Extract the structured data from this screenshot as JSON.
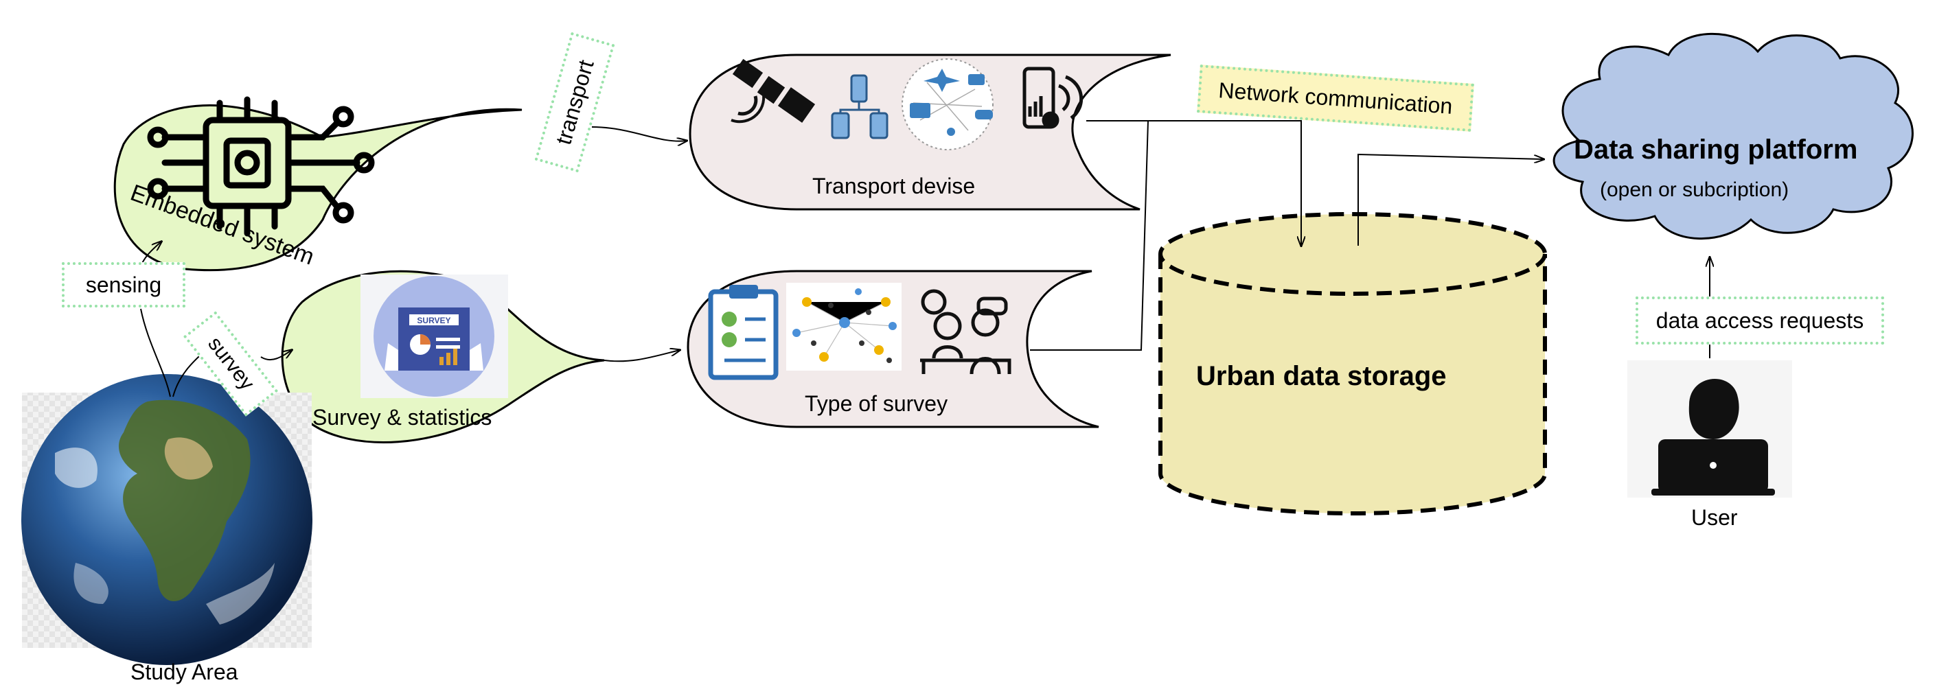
{
  "nodes": {
    "study_area": "Study Area",
    "embedded_system": "Embedded system",
    "survey_statistics": "Survey & statistics",
    "transport_device": "Transport devise",
    "type_of_survey": "Type of survey",
    "urban_storage": "Urban data storage",
    "sharing_platform": "Data sharing platform",
    "sharing_platform_sub": "(open or subcription)",
    "user": "User",
    "survey_badge": "SURVEY"
  },
  "edges": {
    "sensing": "sensing",
    "survey": "survey",
    "transport": "transport",
    "network": "Network communication",
    "access": "data access requests"
  },
  "colors": {
    "leaf_fill": "#e6f7c6",
    "scroll_fill": "#f2eaea",
    "storage_fill": "#f0e9b3",
    "cloud_fill": "#b4c7e7",
    "tag_border": "#99e2a9",
    "network_tag_fill": "#fcf5bf",
    "survey_circle": "#aab8e8",
    "survey_paper": "#3b4fa0",
    "checklist_blue": "#2e6fb5",
    "check_green": "#6ab04c"
  },
  "icons": [
    "chip-icon",
    "satellite-icon",
    "network-device-icon",
    "transport-map-icon",
    "phone-signal-icon",
    "survey-report-icon",
    "checklist-icon",
    "social-network-icon",
    "interview-icon",
    "user-laptop-icon",
    "globe-icon"
  ]
}
